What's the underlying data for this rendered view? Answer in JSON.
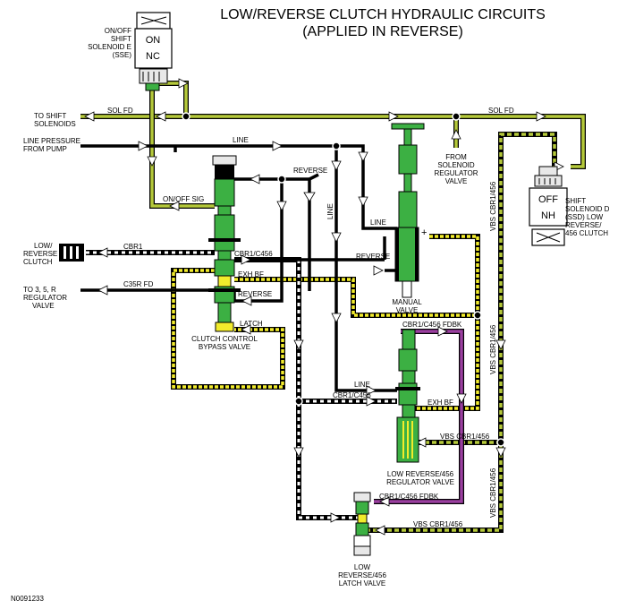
{
  "title_line1": "LOW/REVERSE CLUTCH HYDRAULIC CIRCUITS",
  "title_line2": "(APPLIED IN REVERSE)",
  "sse": {
    "state_top": "ON",
    "state_bottom": "NC",
    "label1": "ON/OFF",
    "label2": "SHIFT",
    "label3": "SOLENOID E",
    "label4": "(SSE)"
  },
  "ssd": {
    "state_top": "OFF",
    "state_bottom": "NH",
    "label1": "SHIFT",
    "label2": "SOLENOID D",
    "label3": "(SSD) LOW",
    "label4": "REVERSE/",
    "label5": "456 CLUTCH"
  },
  "left": {
    "to_shift_1": "TO SHIFT",
    "to_shift_2": "SOLENOIDS",
    "line_pressure_1": "LINE PRESSURE",
    "line_pressure_2": "FROM PUMP",
    "low_rev_1": "LOW/",
    "low_rev_2": "REVERSE",
    "low_rev_3": "CLUTCH",
    "reg_1": "TO 3, 5, R",
    "reg_2": "REGULATOR",
    "reg_3": "VALVE"
  },
  "circuits": {
    "sol_fd": "SOL FD",
    "line": "LINE",
    "reverse": "REVERSE",
    "onoff_sig": "ON/OFF SIG",
    "cbr1": "CBR1",
    "cbr1_c456": "CBR1/C456",
    "exh_bf": "EXH BF",
    "c35r_fd": "C35R FD",
    "latch": "LATCH",
    "cbr1_c456_fdbk": "CBR1/C456 FDBK",
    "vbs_cbr1_456": "VBS CBR1/456"
  },
  "valves": {
    "clutch_control_1": "CLUTCH CONTROL",
    "clutch_control_2": "BYPASS VALVE",
    "manual_1": "MANUAL",
    "manual_2": "VALVE",
    "from_sol_1": "FROM",
    "from_sol_2": "SOLENOID",
    "from_sol_3": "REGULATOR",
    "from_sol_4": "VALVE",
    "lr456_reg_1": "LOW REVERSE/456",
    "lr456_reg_2": "REGULATOR VALVE",
    "latch_1": "LOW",
    "latch_2": "REVERSE/456",
    "latch_3": "LATCH VALVE"
  },
  "manual_plus": "+",
  "figure_id": "N0091233",
  "colors": {
    "green": "#3cb043",
    "yellow": "#f2ec2c",
    "olive": "#b5c93a",
    "purple": "#9b3fa0",
    "black": "#000000"
  }
}
